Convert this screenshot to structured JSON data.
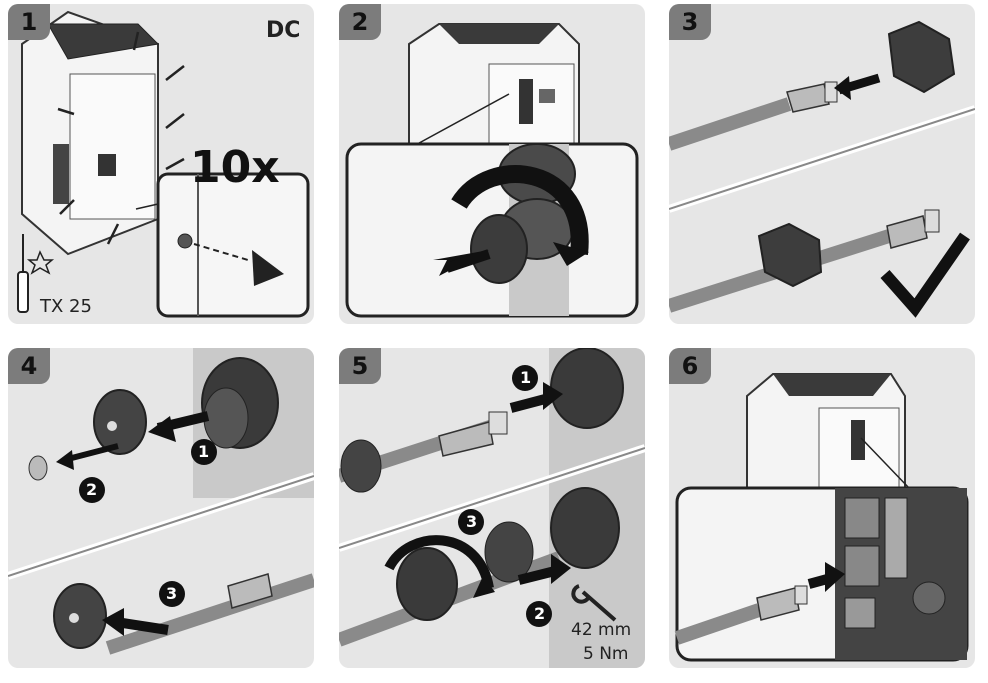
{
  "steps": [
    {
      "number": "1",
      "label_dc": "DC",
      "label_count": "10x",
      "tool_label": "TX 25"
    },
    {
      "number": "2"
    },
    {
      "number": "3"
    },
    {
      "number": "4",
      "callouts": [
        "1",
        "2",
        "3"
      ]
    },
    {
      "number": "5",
      "callouts": [
        "1",
        "2",
        "3"
      ],
      "spec_size": "42 mm",
      "spec_torque": "5 Nm"
    },
    {
      "number": "6"
    }
  ],
  "colors": {
    "panel_bg": "#e6e6e6",
    "badge_bg": "#7c7c7c",
    "dark": "#222222"
  }
}
